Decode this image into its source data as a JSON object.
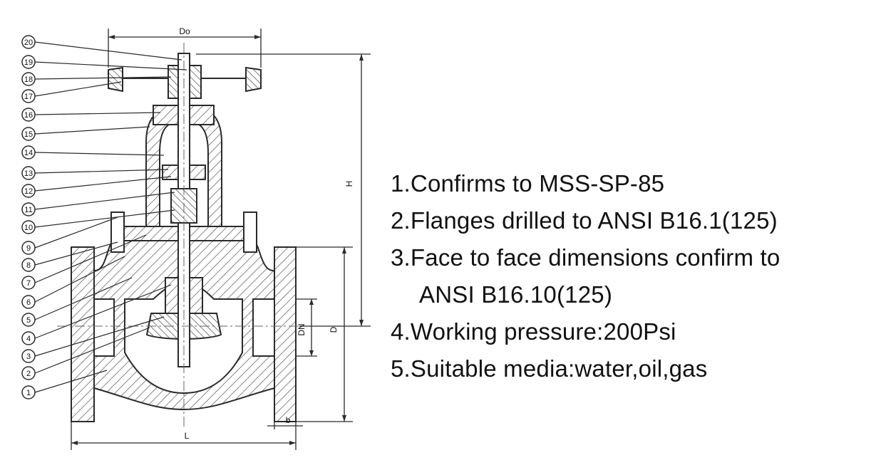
{
  "diagram": {
    "part_numbers": [
      "20",
      "19",
      "18",
      "17",
      "16",
      "15",
      "14",
      "13",
      "12",
      "11",
      "10",
      "9",
      "8",
      "7",
      "6",
      "5",
      "4",
      "3",
      "2",
      "1"
    ],
    "dimensions": {
      "handwheel_diameter": "Do",
      "height": "H",
      "flange_diameter": "D",
      "nominal_diameter": "DN",
      "length": "L",
      "flange_thickness": "b"
    }
  },
  "notes": [
    {
      "line1": "1.Confirms to MSS-SP-85"
    },
    {
      "line1": "2.Flanges drilled to ANSI B16.1(125)"
    },
    {
      "line1": "3.Face to face dimensions confirm to",
      "line2": "ANSI B16.10(125)"
    },
    {
      "line1": "4.Working pressure:200Psi"
    },
    {
      "line1": "5.Suitable media:water,oil,gas"
    }
  ],
  "colors": {
    "line": "#2a2a2a",
    "hatch": "#555555",
    "text": "#111111"
  }
}
